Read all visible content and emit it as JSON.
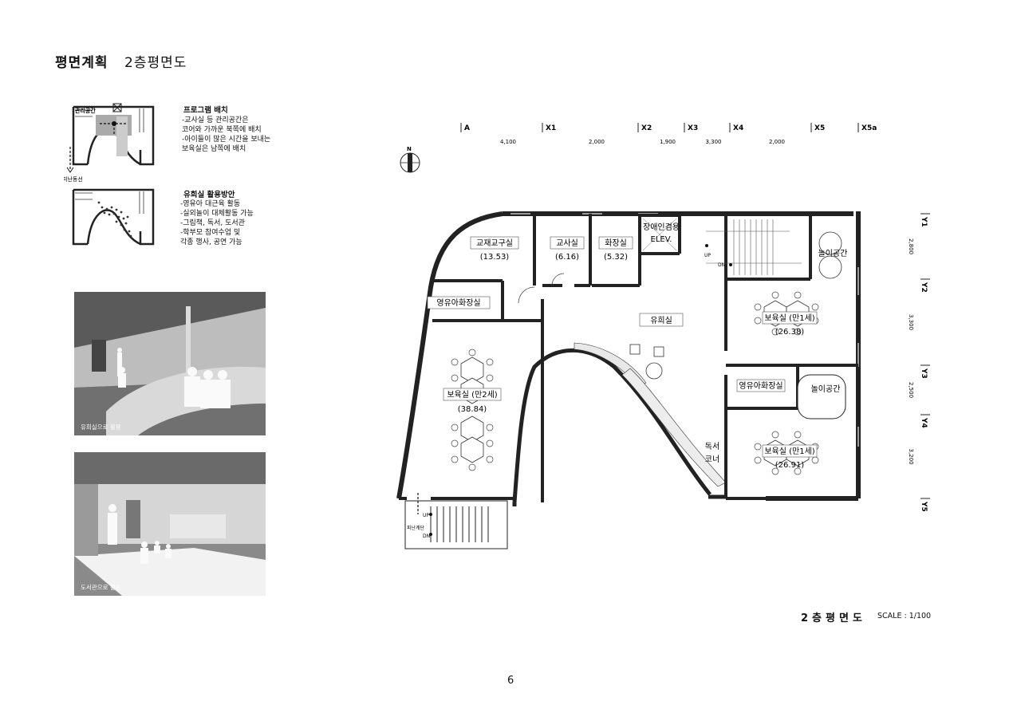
{
  "header": {
    "title": "평면계획",
    "subtitle": "2층평면도"
  },
  "program": {
    "heading": "프로그램 배치",
    "lines": [
      "-교사실 등 관리공간은",
      "코어와 가까운 북쪽에 배치",
      "-아이들이 많은 시간을 보내는",
      "보육실은 남쪽에 배치"
    ],
    "diagram_label_top": "관리공간",
    "diagram_label_bottom": "피난동선"
  },
  "playroom": {
    "heading": "유희실 활용방안",
    "lines": [
      "-영유아 대근육 활동",
      "-실외놀이 대체활동 가능",
      "-그림책, 독서, 도서관",
      "-학부모 참여수업 및",
      "각종 행사, 공연 가능"
    ]
  },
  "photos": [
    {
      "caption": "유희실으로 활용"
    },
    {
      "caption": "도서관으로 활용"
    }
  ],
  "grid": {
    "x_axes": [
      "A",
      "X1",
      "X2",
      "X3",
      "X4",
      "X5",
      "X5a"
    ],
    "x_dims": [
      "4,100",
      "2,000",
      "1,900",
      "3,300",
      "2,000"
    ],
    "y_axes": [
      "Y1",
      "Y2",
      "Y3",
      "Y4",
      "Y5"
    ],
    "y_dims": [
      "2,800",
      "3,300",
      "2,500",
      "3,200"
    ],
    "north": "N"
  },
  "rooms": {
    "material": {
      "name": "교재교구실",
      "area": "(13.53)"
    },
    "teacher": {
      "name": "교사실",
      "area": "(6.16)"
    },
    "toilet": {
      "name": "화장실",
      "area": "(5.32)"
    },
    "elev": {
      "name": "장애인겸용",
      "sub": "ELEV."
    },
    "play_small_top": "놀이공간",
    "infant_toilet_left": "영유아화장실",
    "playroom": "유희실",
    "care_age2": {
      "name": "보육실 (만2세)",
      "area": "(38.84)"
    },
    "care_age1_a": {
      "name": "보육실 (만1세)",
      "area": "(26.38)"
    },
    "infant_toilet_right": "영유아화장실",
    "play_small_mid": "놀이공간",
    "care_age1_b": {
      "name": "보육실 (만1세)",
      "area": "(26.91)"
    },
    "reading": {
      "line1": "독서",
      "line2": "코너"
    },
    "evac_stair": "피난계단",
    "up": "UP",
    "dn": "DN"
  },
  "footer": {
    "plan_title": "2층평면도",
    "scale": "SCALE : 1/100",
    "page": "6"
  }
}
